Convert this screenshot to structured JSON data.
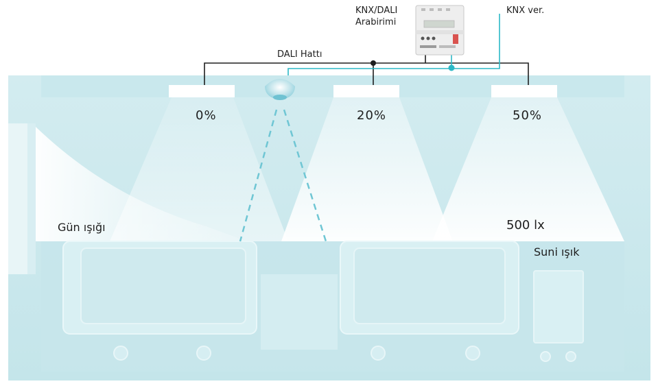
{
  "labels": {
    "interface_line1": "KNX/DALI",
    "interface_line2": "Arabirimi",
    "knx_ver": "KNX ver.",
    "dali_line": "DALI Hattı",
    "pct_1": "0%",
    "pct_2": "20%",
    "pct_3": "50%",
    "daylight": "Gün ışığı",
    "lux": "500 lx",
    "artificial_light": "Suni ışık"
  },
  "colors": {
    "room": "#cfe9ee",
    "room_dark": "#b9dfe6",
    "knx_line": "#2bb8c6",
    "dali_line": "#1e1e1e",
    "light_cone": "#ffffff"
  }
}
